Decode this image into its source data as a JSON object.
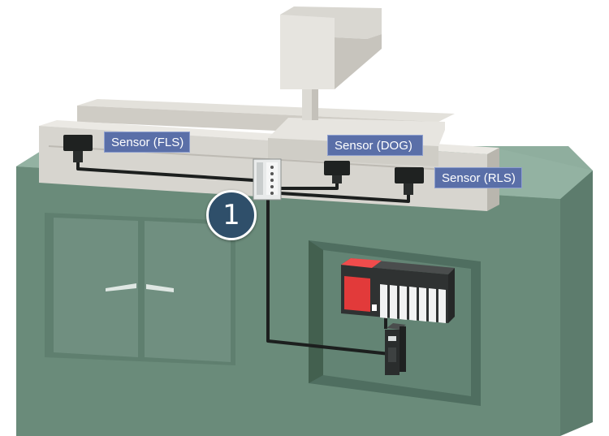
{
  "labels": {
    "sensor_fls": "Sensor (FLS)",
    "sensor_dog": "Sensor (DOG)",
    "sensor_rls": "Sensor (RLS)"
  },
  "step_badge": "1",
  "colors": {
    "cabinet_front": "#6a8b7a",
    "cabinet_top": "#8fae9e",
    "cabinet_side": "#5d7c6d",
    "rail": "#d7d5cf",
    "label_bg": "#5a6fa8",
    "badge_bg": "#2f4f6a",
    "plc_accent": "#e23a3a",
    "cable": "#1c1f1e"
  }
}
